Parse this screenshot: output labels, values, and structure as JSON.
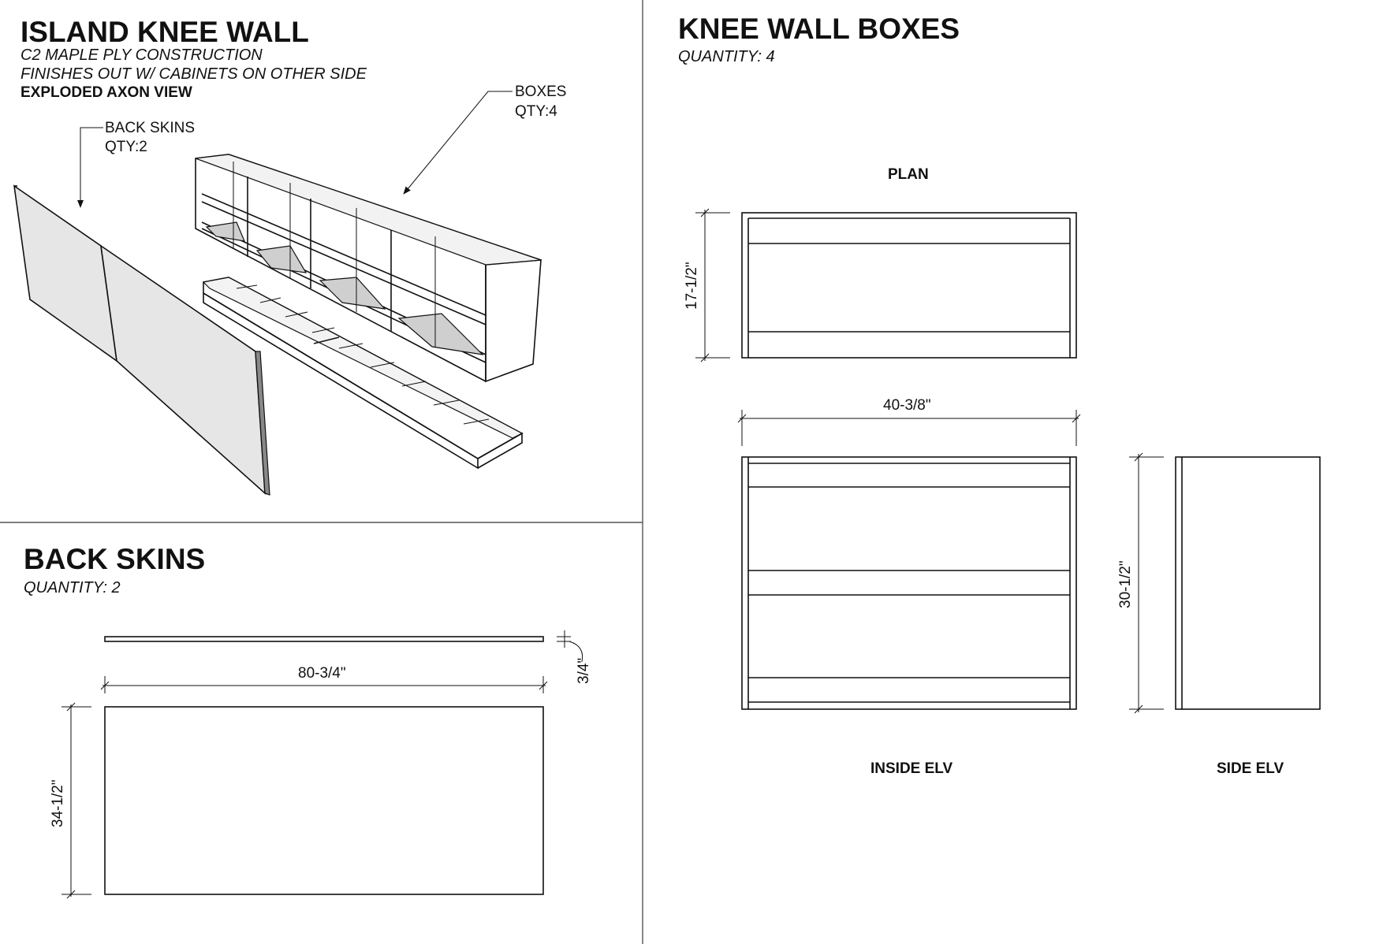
{
  "sections": {
    "island": {
      "title": "ISLAND KNEE WALL",
      "line1": "C2 MAPLE PLY CONSTRUCTION",
      "line2": "FINISHES OUT W/ CABINETS ON OTHER SIDE",
      "line3": "EXPLODED AXON VIEW",
      "callout_back_skins": {
        "name": "BACK SKINS",
        "qty": "QTY:2"
      },
      "callout_boxes": {
        "name": "BOXES",
        "qty": "QTY:4"
      }
    },
    "back_skins": {
      "title": "BACK SKINS",
      "quantity": "QUANTITY: 2",
      "dim_width": "80-3/4\"",
      "dim_height": "34-1/2\"",
      "dim_thickness": "3/4\""
    },
    "knee_wall_boxes": {
      "title": "KNEE WALL BOXES",
      "quantity": "QUANTITY: 4",
      "plan_label": "PLAN",
      "plan_depth": "17-1/2\"",
      "width": "40-3/8\"",
      "height": "30-1/2\"",
      "inside_label": "INSIDE ELV",
      "side_label": "SIDE ELV"
    }
  }
}
